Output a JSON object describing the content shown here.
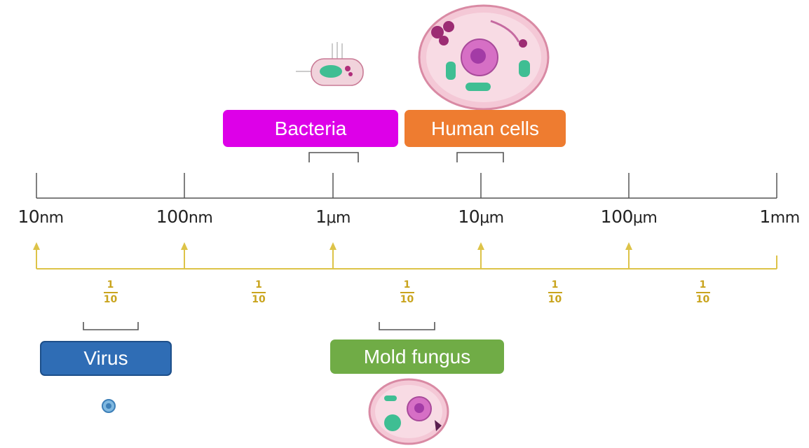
{
  "scale": {
    "ticks": [
      {
        "num": "10",
        "unit": "nm"
      },
      {
        "num": "100",
        "unit": "nm"
      },
      {
        "num": "1",
        "unit": "μm"
      },
      {
        "num": "10",
        "unit": "μm"
      },
      {
        "num": "100",
        "unit": "μm"
      },
      {
        "num": "1",
        "unit": "mm"
      }
    ],
    "ratio": {
      "numerator": "1",
      "denominator": "10"
    }
  },
  "organisms": {
    "bacteria": {
      "label": "Bacteria",
      "color": "#dd00e8"
    },
    "human_cells": {
      "label": "Human cells",
      "color": "#ee7c30"
    },
    "virus": {
      "label": "Virus",
      "color": "#2f6db5"
    },
    "mold_fungus": {
      "label": "Mold fungus",
      "color": "#70ac46"
    }
  },
  "colors": {
    "axis": "#555555",
    "arrow": "#ddc348",
    "bracket": "#555555"
  }
}
